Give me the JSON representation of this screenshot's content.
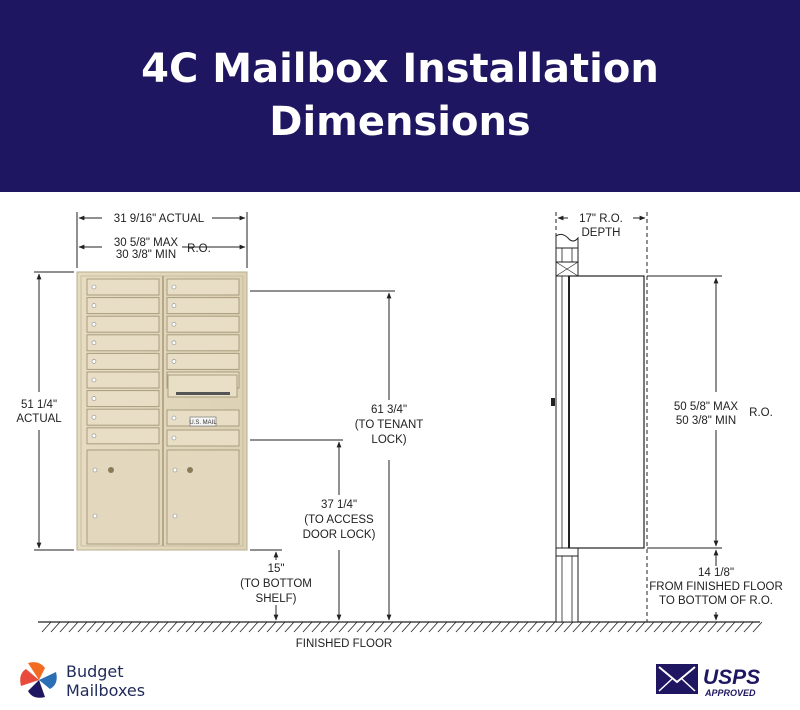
{
  "banner": {
    "title_line1": "4C Mailbox Installation",
    "title_line2": "Dimensions",
    "background": "#1e1660"
  },
  "diagram": {
    "actual_width": "31 9/16\" ACTUAL",
    "ro_max_width": "30 5/8\" MAX",
    "ro_min_width": "30 3/8\" MIN",
    "ro_label_width": "R.O.",
    "actual_height_line1": "51 1/4\"",
    "actual_height_line2": "ACTUAL",
    "tenant_lock_line1": "61 3/4\"",
    "tenant_lock_line2": "(TO TENANT",
    "tenant_lock_line3": "LOCK)",
    "access_lock_line1": "37 1/4\"",
    "access_lock_line2": "(TO ACCESS",
    "access_lock_line3": "DOOR LOCK)",
    "bottom_shelf_line1": "15\"",
    "bottom_shelf_line2": "(TO BOTTOM",
    "bottom_shelf_line3": "SHELF)",
    "finished_floor": "FINISHED FLOOR",
    "depth_line1": "17\" R.O.",
    "depth_line2": "DEPTH",
    "ro_max_height": "50 5/8\" MAX",
    "ro_min_height": "50 3/8\" MIN",
    "ro_label_height": "R.O.",
    "floor_to_ro_line1": "14 1/8\"",
    "floor_to_ro_line2": "FROM FINISHED FLOOR",
    "floor_to_ro_line3": "TO BOTTOM OF R.O.",
    "outgoing_label": "U.S. MAIL"
  },
  "brand": {
    "line1": "Budget",
    "line2": "Mailboxes",
    "usps_line1": "USPS",
    "usps_line2": "APPROVED",
    "logo_colors": [
      "#f26b21",
      "#2a6fb6",
      "#1e1660",
      "#e84b3c"
    ]
  }
}
